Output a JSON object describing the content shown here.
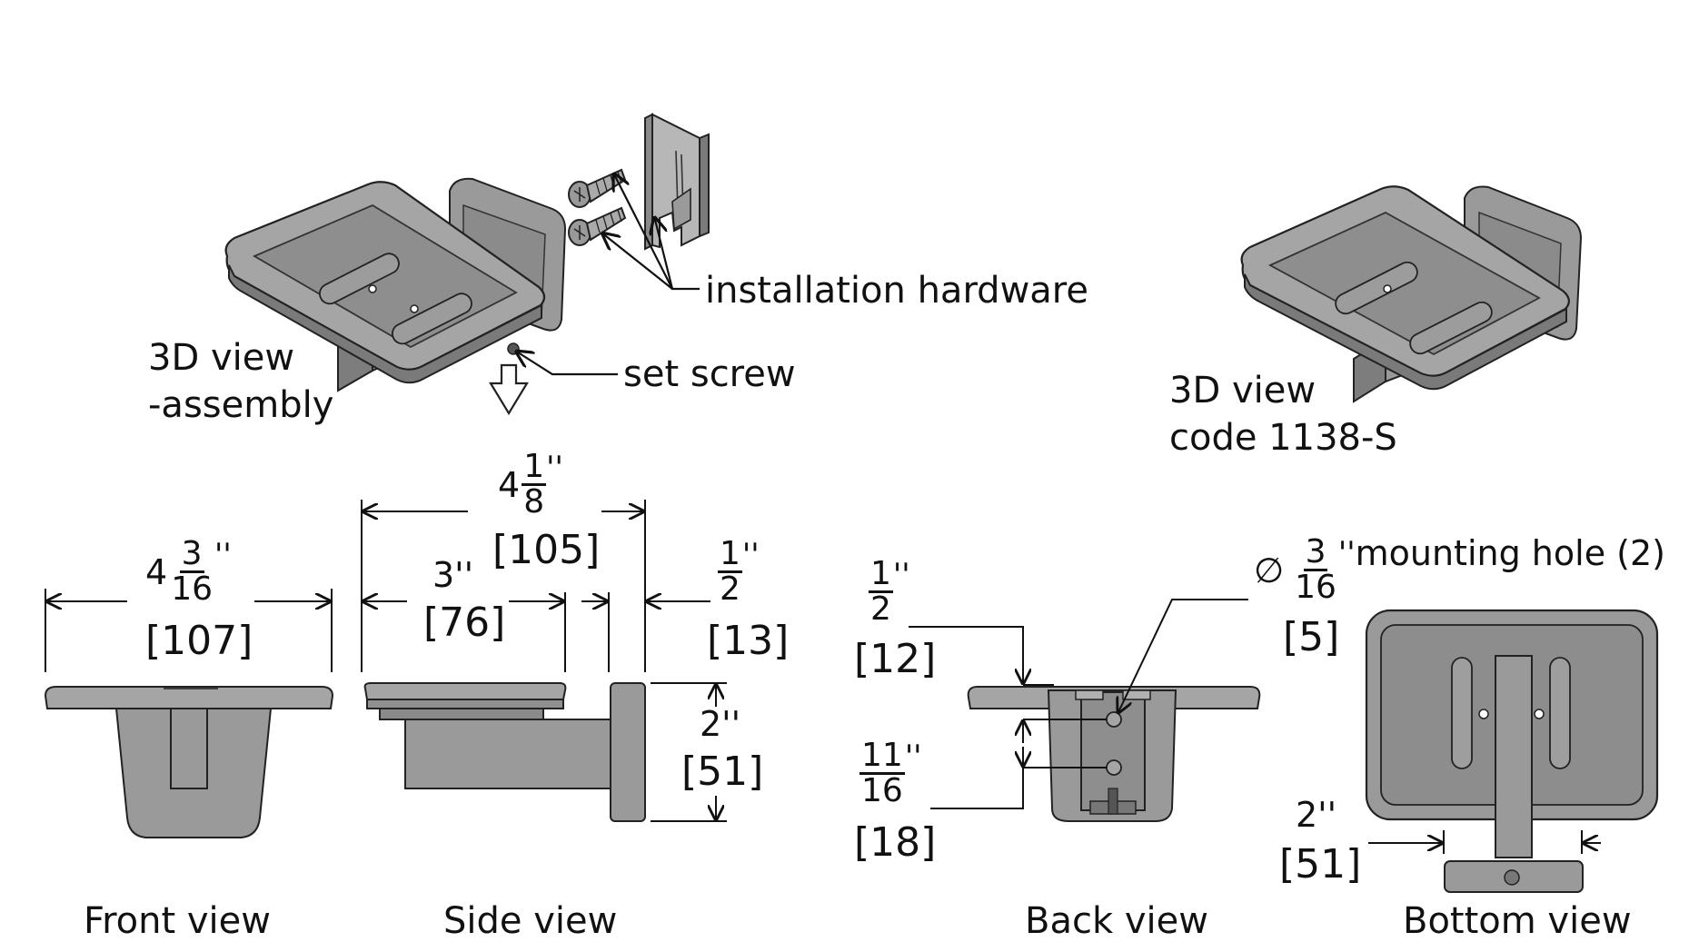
{
  "labels": {
    "assembly_view": [
      "3D view",
      "-assembly"
    ],
    "product_view": [
      "3D view",
      "code 1138-S"
    ],
    "installation_hardware": "installation hardware",
    "set_screw": "set screw",
    "mounting_hole": "mounting hole (2)"
  },
  "view_titles": {
    "front": "Front view",
    "side": "Side view",
    "back": "Back view",
    "bottom": "Bottom view"
  },
  "dimensions": {
    "front_width": {
      "whole": "4",
      "num": "3",
      "den": "16",
      "unit": "''",
      "mm": "[107]"
    },
    "side_overall": {
      "whole": "4",
      "num": "1",
      "den": "8",
      "unit": "''",
      "mm": "[105]"
    },
    "side_tray": {
      "value": "3''",
      "mm": "[76]"
    },
    "side_backplate": {
      "whole": "",
      "num": "1",
      "den": "2",
      "unit": "''",
      "mm": "[13]"
    },
    "side_height": {
      "value": "2''",
      "mm": "[51]"
    },
    "back_top": {
      "whole": "",
      "num": "1",
      "den": "2",
      "unit": "''",
      "mm": "[12]"
    },
    "back_spacing": {
      "whole": "",
      "num": "11",
      "den": "16",
      "unit": "''",
      "mm": "[18]"
    },
    "hole_diameter": {
      "symbol": "∅",
      "num": "3",
      "den": "16",
      "unit": "''",
      "mm": "[5]"
    },
    "bottom_width": {
      "value": "2''",
      "mm": "[51]"
    }
  },
  "colors": {
    "part_fill": "#8d8d8d",
    "part_light": "#a9a9a9",
    "part_dark": "#6e6e6e",
    "line": "#111111"
  }
}
